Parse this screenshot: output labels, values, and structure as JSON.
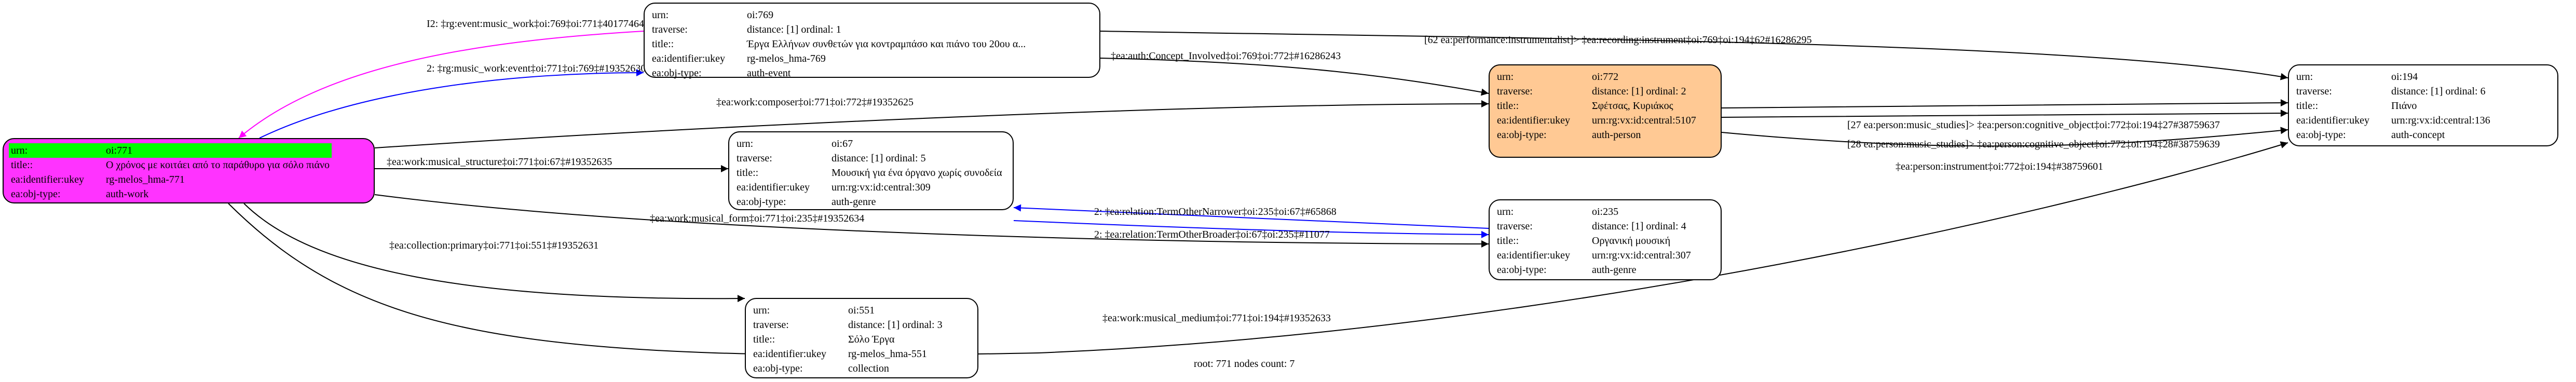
{
  "colors": {
    "root_fill": "#ff33ff",
    "root_header": "#00ff00",
    "person_fill": "#ffc994",
    "blue_edge": "#0000ff",
    "magenta_edge": "#ff00ff",
    "edge": "#000000"
  },
  "nodes": [
    {
      "id": "771",
      "rows": [
        [
          "urn:",
          "oi:771"
        ],
        [
          "title::",
          "Ο χρόνος με κοιτάει από το παράθυρο για σόλο πιάνο"
        ],
        [
          "ea:identifier:ukey",
          "rg-melos_hma-771"
        ],
        [
          "ea:obj-type:",
          "auth-work"
        ]
      ]
    },
    {
      "id": "769",
      "rows": [
        [
          "urn:",
          "oi:769"
        ],
        [
          "traverse:",
          "distance: [1]    ordinal: 1"
        ],
        [
          "title::",
          "Έργα Ελλήνων συνθετών για κοντραμπάσο και πιάνο του 20ου α..."
        ],
        [
          "ea:identifier:ukey",
          "rg-melos_hma-769"
        ],
        [
          "ea:obj-type:",
          "auth-event"
        ]
      ]
    },
    {
      "id": "772",
      "rows": [
        [
          "urn:",
          "oi:772"
        ],
        [
          "traverse:",
          "distance: [1]    ordinal: 2"
        ],
        [
          "title::",
          "Σφέτσας, Κυριάκος"
        ],
        [
          "ea:identifier:ukey",
          "urn:rg:vx:id:central:5107"
        ],
        [
          "ea:obj-type:",
          "auth-person"
        ]
      ]
    },
    {
      "id": "194",
      "rows": [
        [
          "urn:",
          "oi:194"
        ],
        [
          "traverse:",
          "distance: [1]    ordinal: 6"
        ],
        [
          "title::",
          "Πιάνο"
        ],
        [
          "ea:identifier:ukey",
          "urn:rg:vx:id:central:136"
        ],
        [
          "ea:obj-type:",
          "auth-concept"
        ]
      ]
    },
    {
      "id": "67",
      "rows": [
        [
          "urn:",
          "oi:67"
        ],
        [
          "traverse:",
          "distance: [1]    ordinal: 5"
        ],
        [
          "title::",
          "Μουσική για ένα όργανο χωρίς συνοδεία"
        ],
        [
          "ea:identifier:ukey",
          "urn:rg:vx:id:central:309"
        ],
        [
          "ea:obj-type:",
          "auth-genre"
        ]
      ]
    },
    {
      "id": "235",
      "rows": [
        [
          "urn:",
          "oi:235"
        ],
        [
          "traverse:",
          "distance: [1]    ordinal: 4"
        ],
        [
          "title::",
          "Οργανική μουσική"
        ],
        [
          "ea:identifier:ukey",
          "urn:rg:vx:id:central:307"
        ],
        [
          "ea:obj-type:",
          "auth-genre"
        ]
      ]
    },
    {
      "id": "551",
      "rows": [
        [
          "urn:",
          "oi:551"
        ],
        [
          "traverse:",
          "distance: [1]    ordinal: 3"
        ],
        [
          "title::",
          "Σόλο Έργα"
        ],
        [
          "ea:identifier:ukey",
          "rg-melos_hma-551"
        ],
        [
          "ea:obj-type:",
          "collection"
        ]
      ]
    }
  ],
  "edges": [
    {
      "from": "769",
      "to": "771",
      "color": "magenta",
      "label": "I2: ‡rg:event:music_work‡oi:769‡oi:771‡40177464"
    },
    {
      "from": "771",
      "to": "769",
      "color": "blue",
      "label": "2: ‡rg:music_work:event‡oi:771‡oi:769‡#19352630"
    },
    {
      "from": "769",
      "to": "194",
      "color": "black",
      "label": "[62 ea:performance:instrumentalist]> ‡ea:recording:instrument‡oi:769‡oi:194‡62#16286295"
    },
    {
      "from": "769",
      "to": "772",
      "color": "black",
      "label": "‡ea:auth:Concept_Involved‡oi:769‡oi:772‡#16286243"
    },
    {
      "from": "771",
      "to": "772",
      "color": "black",
      "label": "‡ea:work:composer‡oi:771‡oi:772‡#19352625"
    },
    {
      "from": "772",
      "to": "194",
      "color": "black",
      "label": "[27 ea:person:music_studies]> ‡ea:person:cognitive_object‡oi:772‡oi:194‡27#38759637"
    },
    {
      "from": "772",
      "to": "194",
      "color": "black",
      "label": "[28 ea:person:music_studies]> ‡ea:person:cognitive_object‡oi:772‡oi:194‡28#38759639"
    },
    {
      "from": "772",
      "to": "194",
      "color": "black",
      "label": "‡ea:person:instrument‡oi:772‡oi:194‡#38759601"
    },
    {
      "from": "771",
      "to": "67",
      "color": "black",
      "label": "‡ea:work:musical_structure‡oi:771‡oi:67‡#19352635"
    },
    {
      "from": "235",
      "to": "67",
      "color": "blue",
      "label": "2: ‡ea:relation:TermOtherNarrower‡oi:235‡oi:67‡#65868"
    },
    {
      "from": "67",
      "to": "235",
      "color": "blue",
      "label": "2: ‡ea:relation:TermOtherBroader‡oi:67‡oi:235‡#11077"
    },
    {
      "from": "771",
      "to": "235",
      "color": "black",
      "label": "‡ea:work:musical_form‡oi:771‡oi:235‡#19352634"
    },
    {
      "from": "771",
      "to": "551",
      "color": "black",
      "label": "‡ea:collection:primary‡oi:771‡oi:551‡#19352631"
    },
    {
      "from": "771",
      "to": "194",
      "color": "black",
      "label": "‡ea:work:musical_medium‡oi:771‡oi:194‡#19352633"
    }
  ],
  "footer": "root: 771 nodes count: 7"
}
